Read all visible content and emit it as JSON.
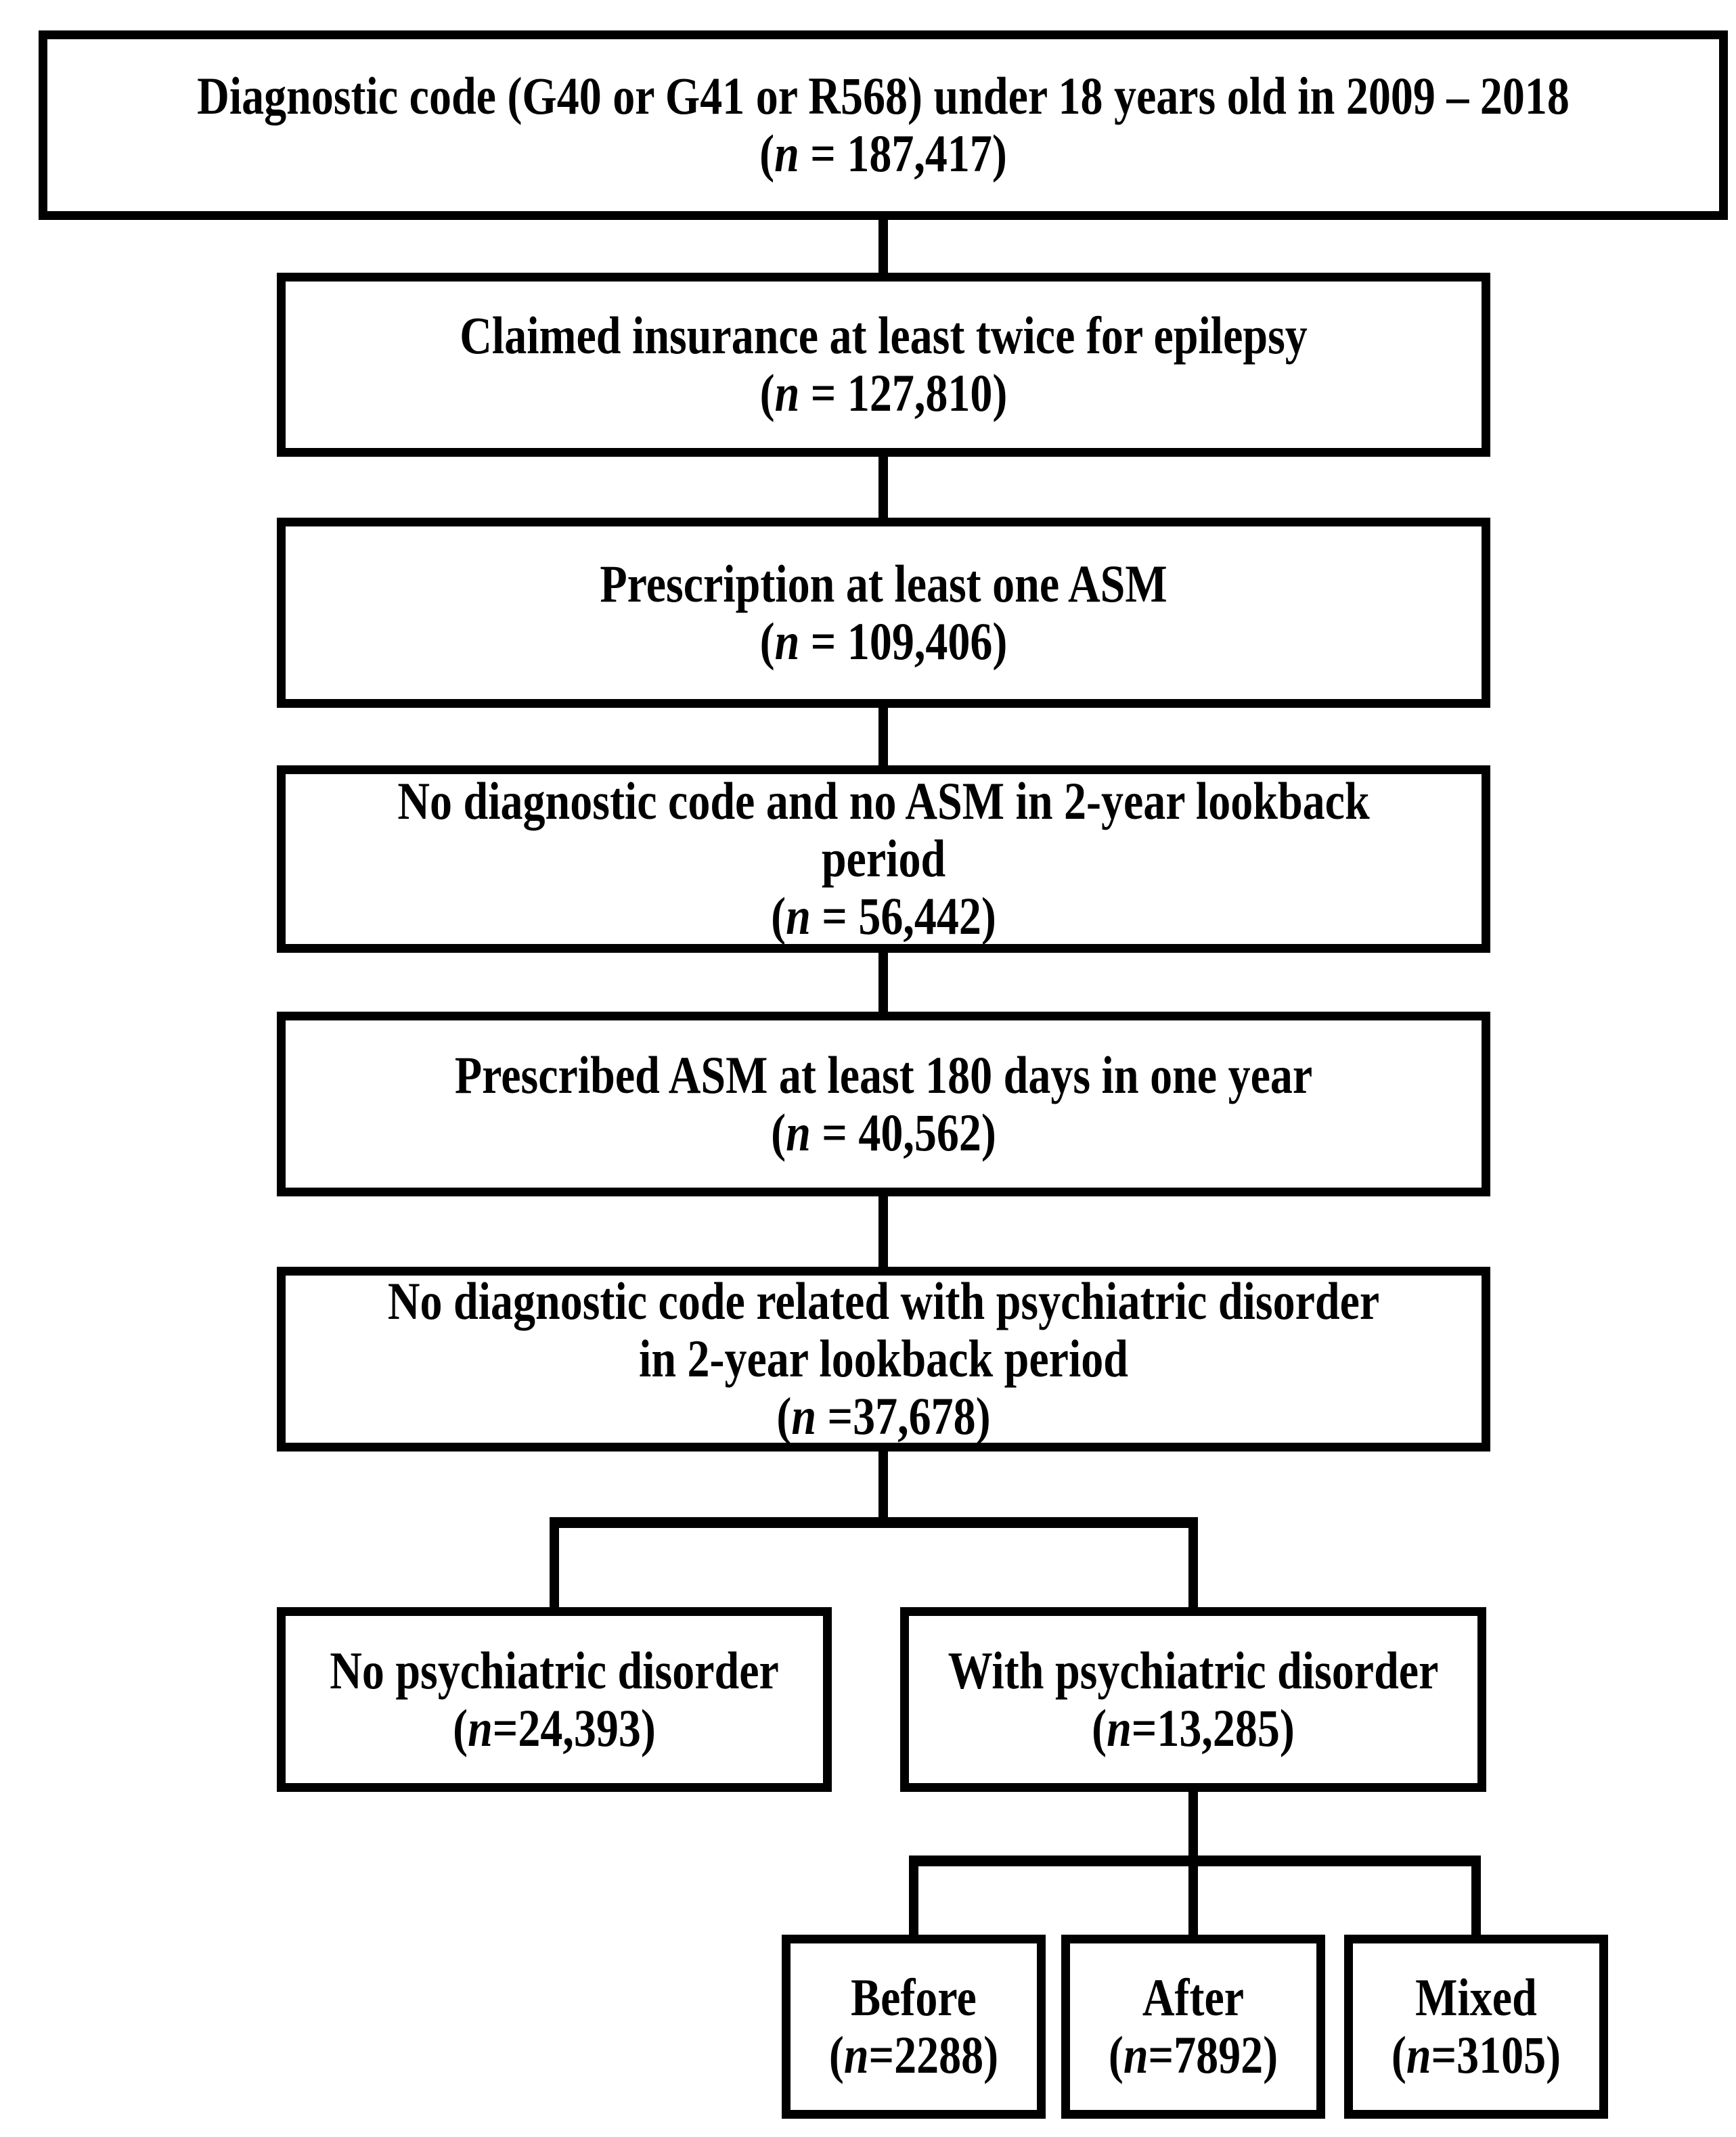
{
  "page": {
    "background_color": "#ffffff",
    "line_color": "#000000",
    "description": "Study cohort selection flowchart"
  },
  "flowchart": {
    "nodes": {
      "initial": {
        "line1": "Diagnostic code (G40 or G41 or R568) under 18 years old in 2009 – 2018",
        "n_prefix": "(",
        "n_symbol": "n",
        "n_rest": " = 187,417)"
      },
      "claimed": {
        "line1": "Claimed insurance at least twice for epilepsy",
        "n_prefix": "(",
        "n_symbol": "n",
        "n_rest": " = 127,810)"
      },
      "prescription": {
        "line1": "Prescription at least one ASM",
        "n_prefix": "(",
        "n_symbol": "n",
        "n_rest": " = 109,406)"
      },
      "no_dx_no_asm": {
        "line1": "No diagnostic code and no ASM in 2-year lookback",
        "line2": "period",
        "n_prefix": "(",
        "n_symbol": "n",
        "n_rest": " = 56,442)"
      },
      "asm_180": {
        "line1": "Prescribed ASM at least 180 days in one year",
        "n_prefix": "(",
        "n_symbol": "n",
        "n_rest": " = 40,562)"
      },
      "no_psych_lookback": {
        "line1": "No diagnostic code related with psychiatric disorder",
        "line2": "in 2-year lookback period",
        "n_prefix": "(",
        "n_symbol": "n",
        "n_rest": " =37,678)"
      },
      "no_psych": {
        "line1": "No psychiatric disorder",
        "n_prefix": "(",
        "n_symbol": "n",
        "n_rest": "=24,393)"
      },
      "with_psych": {
        "line1": "With psychiatric disorder",
        "n_prefix": "(",
        "n_symbol": "n",
        "n_rest": "=13,285)"
      },
      "before": {
        "line1": "Before",
        "n_prefix": "(",
        "n_symbol": "n",
        "n_rest": "=2288)"
      },
      "after": {
        "line1": "After",
        "n_prefix": "(",
        "n_symbol": "n",
        "n_rest": "=7892)"
      },
      "mixed": {
        "line1": "Mixed",
        "n_prefix": "(",
        "n_symbol": "n",
        "n_rest": "=3105)"
      }
    }
  }
}
